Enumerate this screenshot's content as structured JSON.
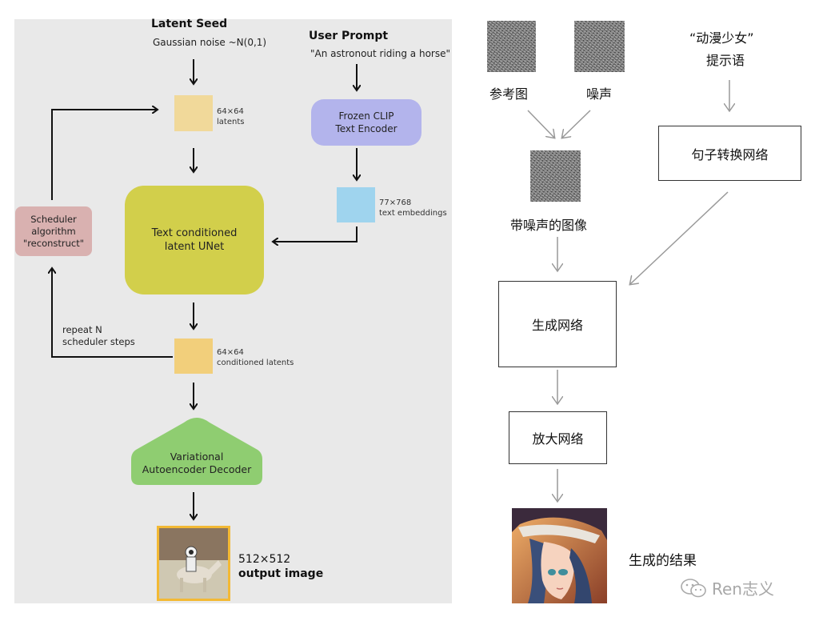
{
  "left": {
    "latent_seed": {
      "title": "Latent Seed",
      "subtitle": "Gaussian noise ~N(0,1)"
    },
    "user_prompt": {
      "title": "User Prompt",
      "text": "\"An astronout riding a horse\""
    },
    "latents": {
      "size": "64×64",
      "label": "latents"
    },
    "clip": {
      "line1": "Frozen CLIP",
      "line2": "Text Encoder"
    },
    "embeddings": {
      "size": "77×768",
      "label": "text embeddings"
    },
    "scheduler": {
      "line1": "Scheduler",
      "line2": "algorithm",
      "line3": "\"reconstruct\""
    },
    "unet": {
      "line1": "Text conditioned",
      "line2": "latent UNet"
    },
    "repeat": {
      "line1": "repeat N",
      "line2": "scheduler steps"
    },
    "cond_latents": {
      "size": "64×64",
      "label": "conditioned latents"
    },
    "vae": {
      "line1": "Variational",
      "line2": "Autoencoder Decoder"
    },
    "output": {
      "size": "512×512",
      "label": "output image"
    }
  },
  "right": {
    "ref_image": "参考图",
    "noise": "噪声",
    "noisy_image": "带噪声的图像",
    "prompt_line1": "“动漫少女”",
    "prompt_line2": "提示语",
    "sentence_net": "句子转换网络",
    "gen_net": "生成网络",
    "upscale_net": "放大网络",
    "result": "生成的结果",
    "watermark": "Ren志义"
  },
  "colors": {
    "panel_bg": "#e9e9e9",
    "latent_box": "#f1d99a",
    "clip_box": "#b3b4ec",
    "embedding_box": "#9fd4ee",
    "scheduler_box": "#d9b1b0",
    "unet_box": "#d2cf4b",
    "cond_latent_box": "#f2cf7b",
    "vae_box": "#8fcd71",
    "output_border": "#f3b934"
  }
}
